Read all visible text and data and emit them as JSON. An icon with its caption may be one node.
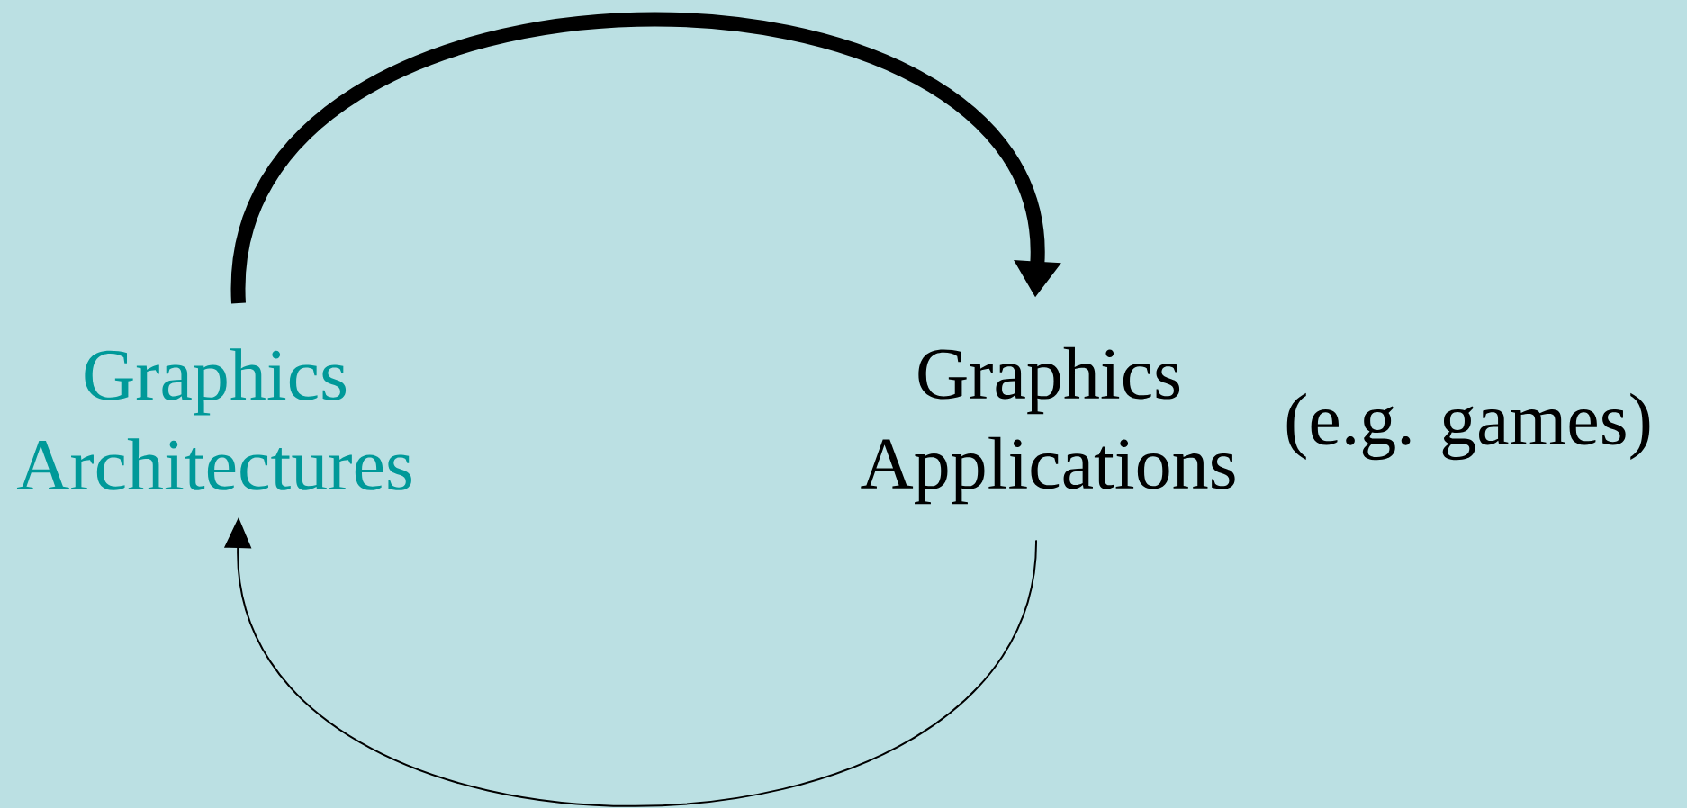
{
  "diagram": {
    "nodes": [
      {
        "text": [
          "Graphics Architectures"
        ]
      },
      {
        "text": [
          "Graphics Applications"
        ],
        "beside": [
          "(e.g. games)"
        ]
      }
    ],
    "edges": [
      {
        "from": 0,
        "to": 1,
        "arrow": "to",
        "style": "thick"
      },
      {
        "from": 1,
        "to": 0,
        "arrow": "to"
      }
    ]
  }
}
